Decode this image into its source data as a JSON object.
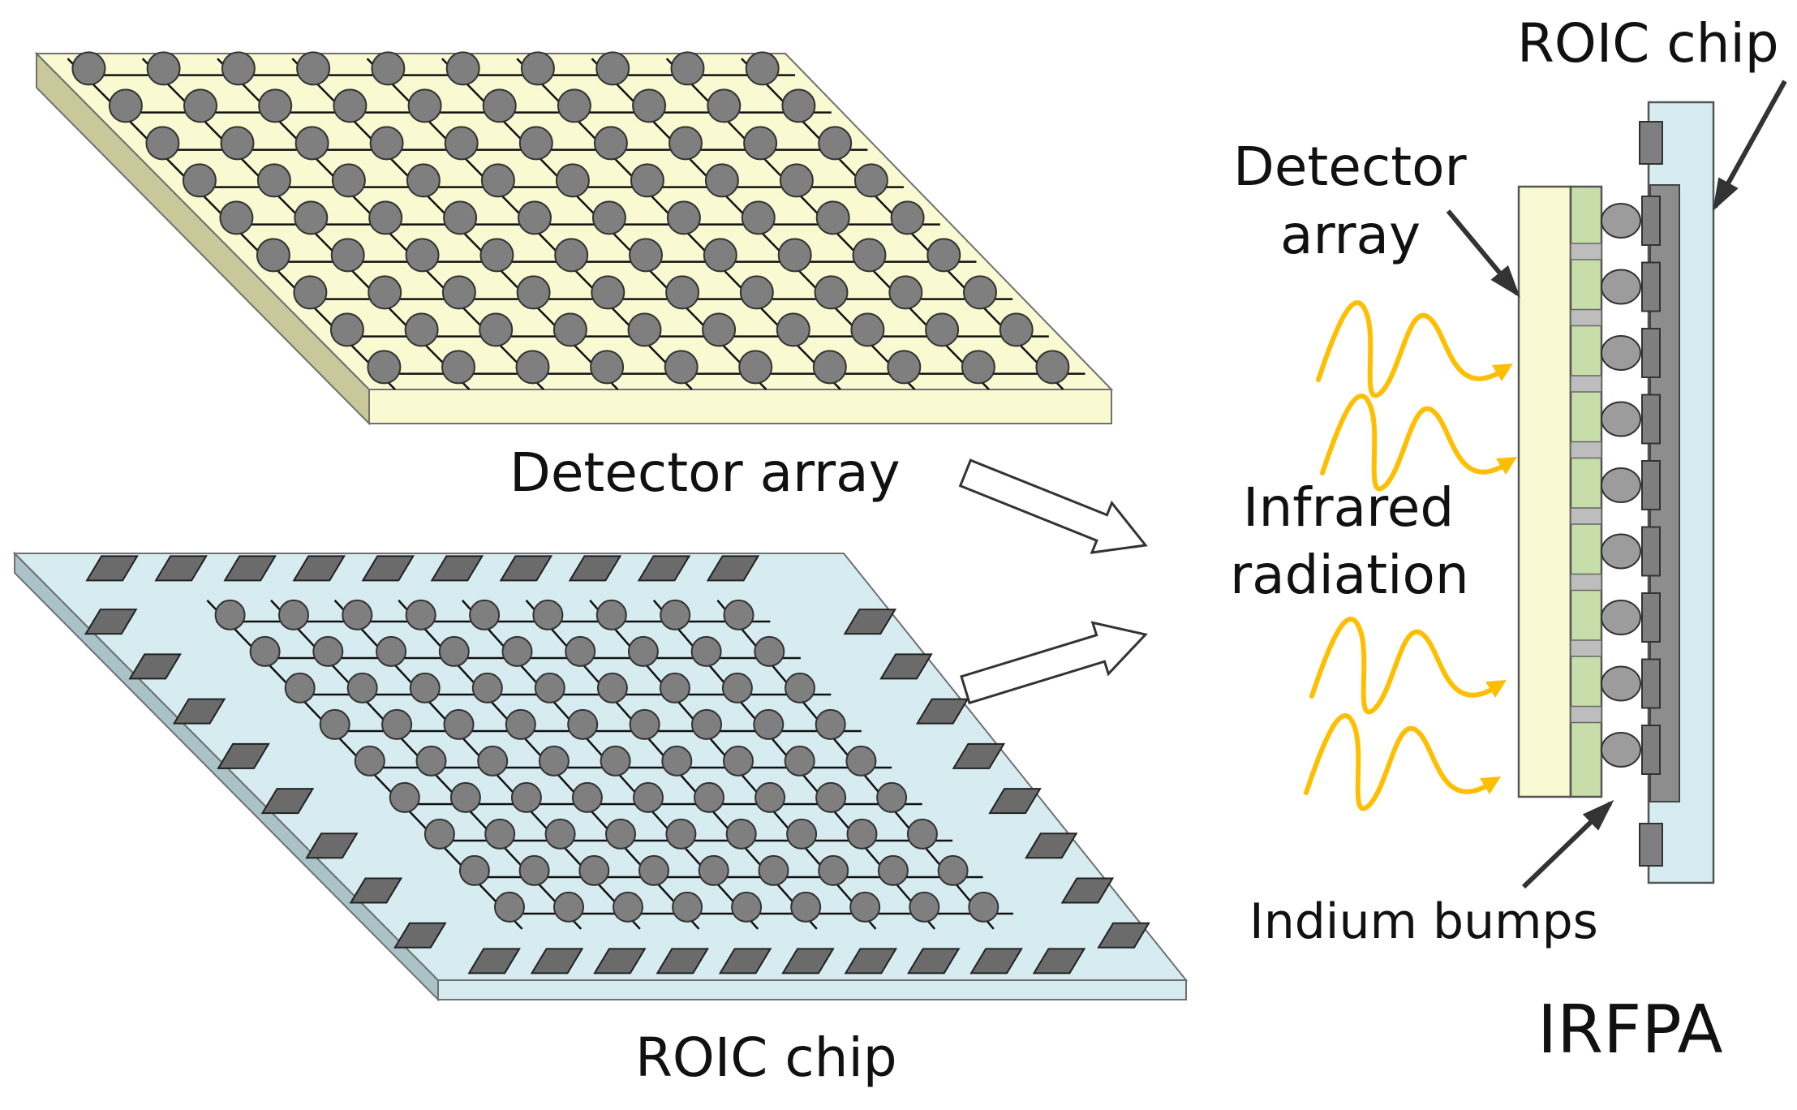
{
  "labels": {
    "detector_array_caption": "Detector array",
    "roic_chip_caption": "ROIC chip",
    "roic_chip_side": "ROIC chip",
    "detector_array_side_line1": "Detector",
    "detector_array_side_line2": "array",
    "infrared_line1": "Infrared",
    "infrared_line2": "radiation",
    "indium_bumps": "Indium bumps",
    "irfpa": "IRFPA"
  },
  "colors": {
    "detector_fill": "#fafad2",
    "detector_side": "#c9c89a",
    "roic_fill": "#d6ecf1",
    "roic_side": "#a9c3c8",
    "bump_fill": "#7f7f7f",
    "pad_fill": "#6b6b6b",
    "layer_green": "#c7deaa",
    "radiation": "#ffbe00"
  }
}
